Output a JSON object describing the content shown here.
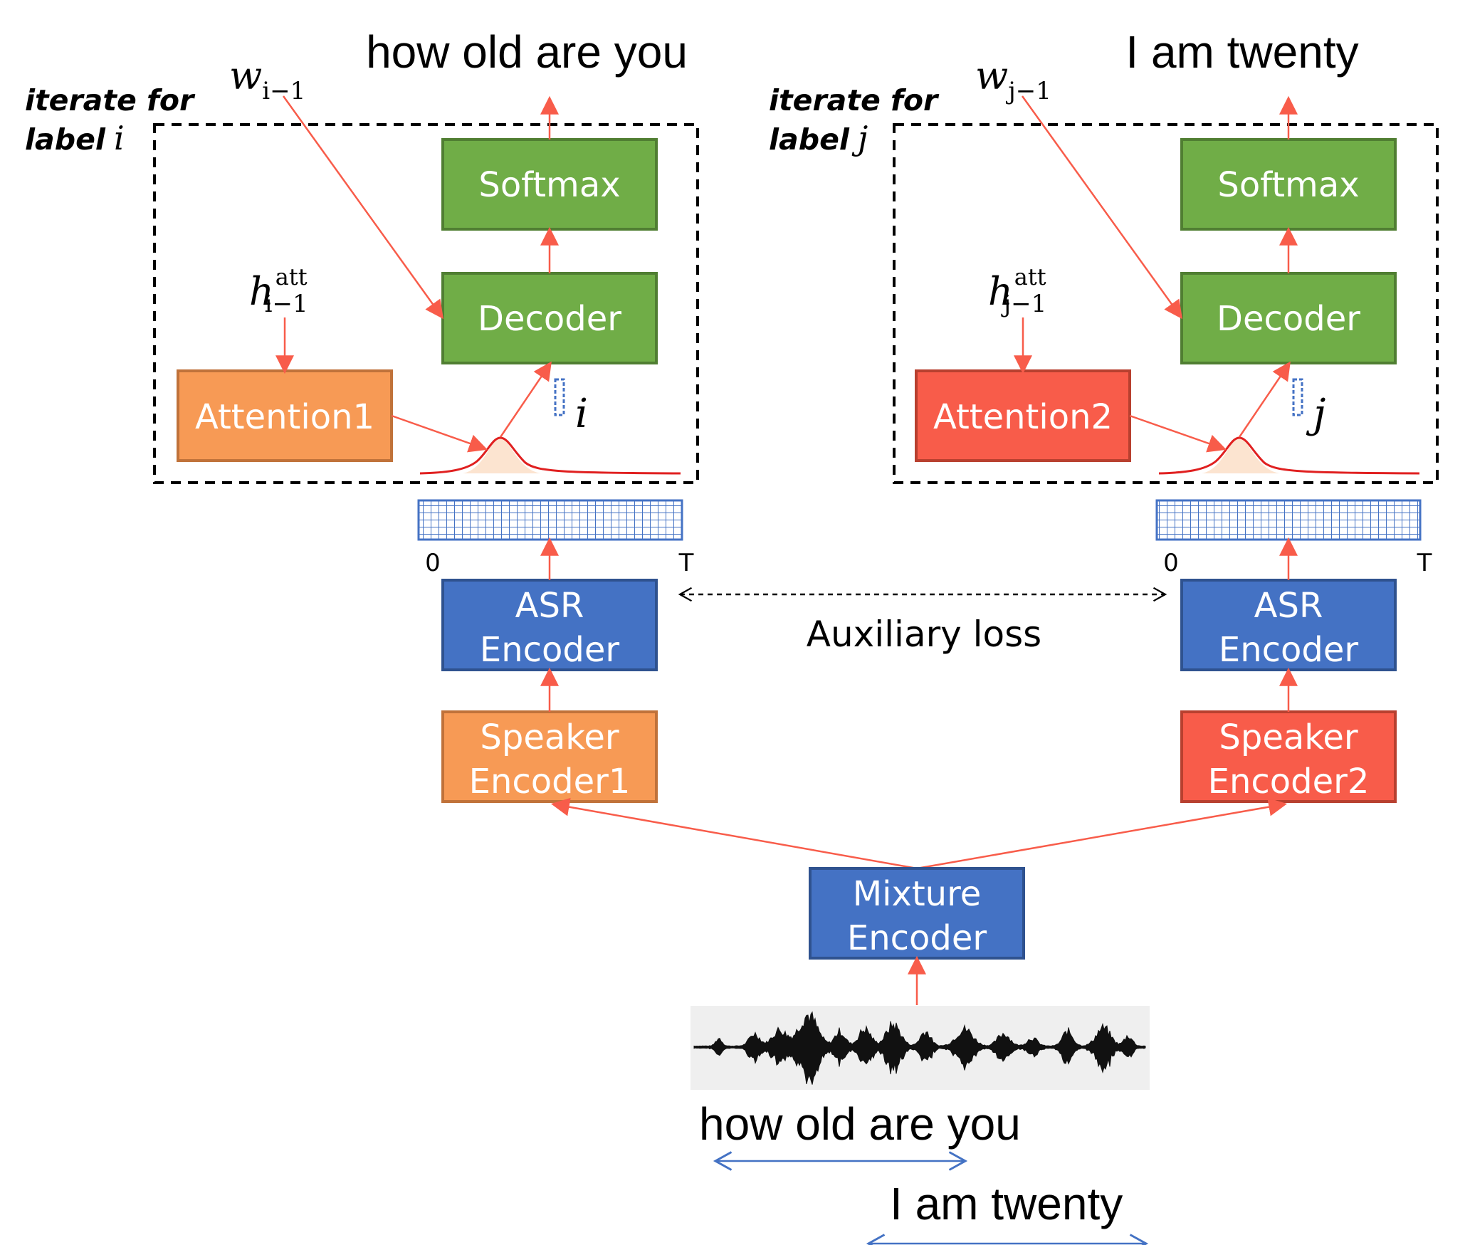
{
  "colors": {
    "green": "#70ad47",
    "green_border": "#507e32",
    "orange": "#f79a55",
    "orange_border": "#c0723a",
    "red": "#f85c4a",
    "red_border": "#b8402f",
    "blue": "#4472c4",
    "blue_border": "#2f528f",
    "arrow": "#f85c4a",
    "aux_arrow": "#4472c4"
  },
  "left": {
    "output_text": "how old are you",
    "iterate_line1": "iterate for",
    "iterate_line2": "label",
    "label_symbol": "i",
    "w_main": "w",
    "w_sub": "i−1",
    "h_main": "h",
    "h_sup": "att",
    "h_sub": "i−1",
    "softmax": "Softmax",
    "decoder": "Decoder",
    "attention": "Attention1",
    "tick_start": "0",
    "tick_end": "T",
    "asr_line1": "ASR",
    "asr_line2": "Encoder",
    "speaker_line1": "Speaker",
    "speaker_line2": "Encoder1"
  },
  "right": {
    "output_text": "I am twenty",
    "iterate_line1": "iterate for",
    "iterate_line2": "label",
    "label_symbol": "j",
    "w_main": "w",
    "w_sub": "j−1",
    "h_main": "h",
    "h_sup": "att",
    "h_sub": "j−1",
    "softmax": "Softmax",
    "decoder": "Decoder",
    "attention": "Attention2",
    "tick_start": "0",
    "tick_end": "T",
    "asr_line1": "ASR",
    "asr_line2": "Encoder",
    "speaker_line1": "Speaker",
    "speaker_line2": "Encoder2"
  },
  "auxiliary_loss": "Auxiliary loss",
  "mixture_line1": "Mixture",
  "mixture_line2": "Encoder",
  "bottom": {
    "utterance1": "how old are you",
    "utterance2": "I am twenty"
  }
}
